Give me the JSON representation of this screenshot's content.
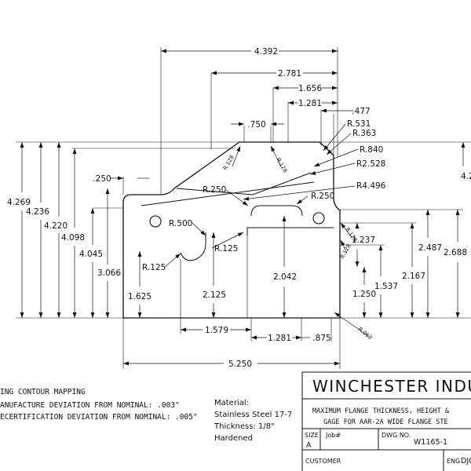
{
  "horizontal_dimensions": {
    "top_overall": "4.392",
    "top_second": "2.781",
    "top_third": "1.656",
    "top_fourth": "1.281",
    "top_fifth": ".477",
    "notch_width": ".750",
    "left_offset": ".250",
    "bottom_1579": "1.579",
    "bottom_1281": "1.281",
    "bottom_875": ".875",
    "bottom_overall": "5.250"
  },
  "vertical_dimensions": {
    "v_4269": "4.269",
    "v_4236": "4.236",
    "v_4220": "4.220",
    "v_4098": "4.098",
    "v_4045": "4.045",
    "v_3066": "3.066",
    "v_1625": "1.625",
    "v_2125": "2.125",
    "v_2042": "2.042",
    "v_1237": "1.237",
    "v_1250": "1.250",
    "v_1537": "1.537",
    "v_2167": "2.167",
    "v_2487": "2.487",
    "v_2688": "2.688",
    "v_right_cut": "4.2"
  },
  "radii": {
    "r_531": "R.531",
    "r_363": "R.363",
    "r_840": "R.840",
    "r_2528": "R2.528",
    "r_4496": "R4.496",
    "r_250_left": "R.250",
    "r_250_right": "R.250",
    "r_500": "R.500",
    "r_125_center": "R.125",
    "r_125_left": "R.125",
    "r_128_a": "R.128",
    "r_128_b": "R.128",
    "r_128_c": "R.128",
    "r_128_d": "R.128",
    "r_063": "R.063"
  },
  "notes": {
    "line1": "ING CONTOUR MAPPING",
    "line2": "ANUFACTURE DEVIATION FROM NOMINAL: .003\"",
    "line3": "ECERTIFICATION DEVIATION FROM NOMINAL: .005\""
  },
  "material": {
    "label": "Material:",
    "type": "Stainless Steel 17-7",
    "thickness": "Thickness: 1/8\"",
    "treatment": "Hardened"
  },
  "title_block": {
    "company": "WINCHESTER INDUSTRIE",
    "desc_line1": "MAXIMUM FLANGE THICKNESS, HEIGHT &",
    "desc_line2": "GAGE FOR AAR-2A WIDE FLANGE STE",
    "size_label": "SIZE",
    "size_value": "A",
    "job_label": "Job#",
    "dwg_label": "DWG NO.",
    "dwg_value": "W1165-1",
    "customer_label": "CUSTOMER",
    "eng_label": "ENG",
    "eng_value": "DJC"
  }
}
